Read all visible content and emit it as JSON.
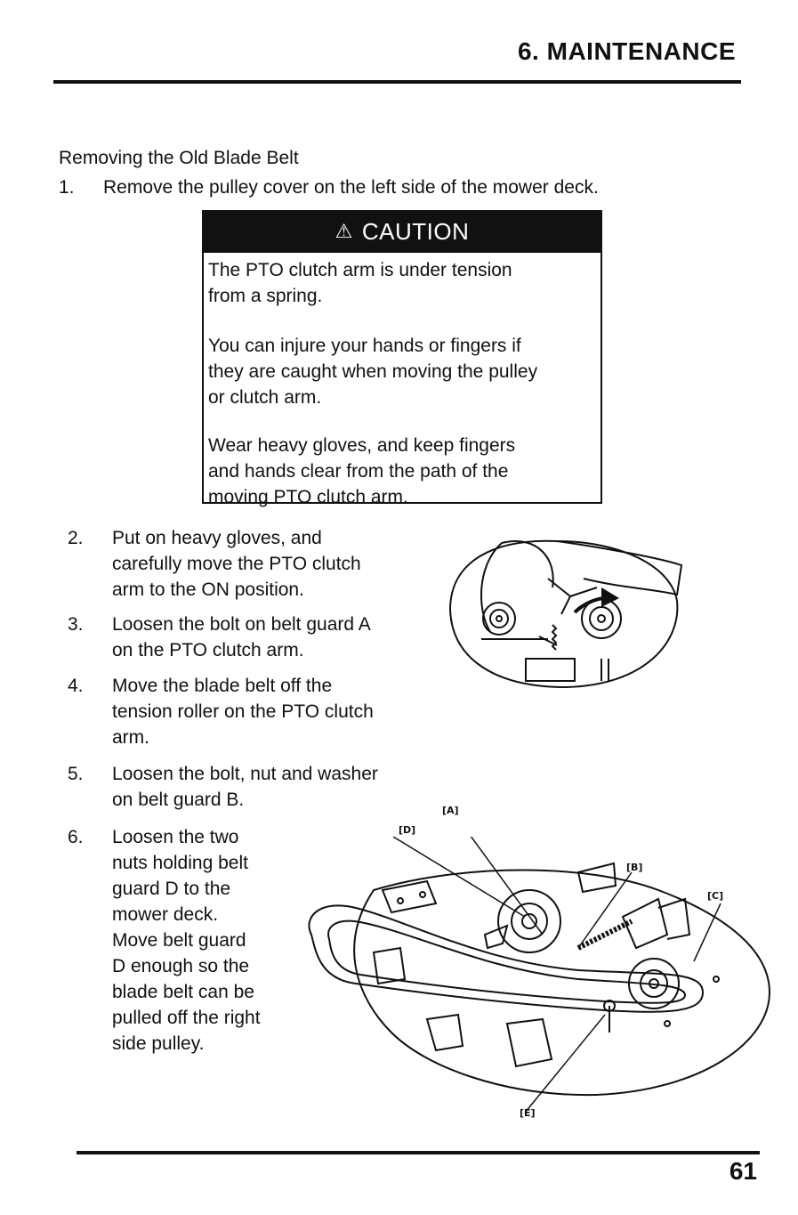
{
  "header": {
    "section": "6. MAINTENANCE"
  },
  "section_title": "Removing the Old Blade Belt",
  "step1": {
    "num": "1.",
    "text": "Remove the pulley cover on the left side of the mower deck."
  },
  "caution": {
    "title": "CAUTION",
    "p1": [
      "The PTO clutch arm is under tension",
      "from a spring."
    ],
    "p2": [
      "You can injure your hands or fingers if",
      "they are caught when moving the pulley",
      "or clutch arm."
    ],
    "p3": [
      "Wear heavy gloves, and keep fingers",
      "and hands clear from the path of the",
      "moving PTO clutch arm."
    ]
  },
  "steps": [
    {
      "num": "2.",
      "lines": [
        "Put on heavy gloves, and",
        "carefully move the PTO clutch",
        "arm to the ON position."
      ]
    },
    {
      "num": "3.",
      "lines": [
        "Loosen the bolt on belt guard A",
        "on the PTO clutch arm."
      ]
    },
    {
      "num": "4.",
      "lines": [
        "Move the blade belt off the",
        "tension roller on the PTO clutch",
        "arm."
      ]
    },
    {
      "num": "5.",
      "lines": [
        "Loosen the bolt, nut and washer",
        "on belt guard B."
      ]
    },
    {
      "num": "6.",
      "lines": [
        "Loosen the two",
        "nuts holding belt",
        "guard D to the",
        "mower deck.",
        "Move belt guard",
        "D enough so the",
        "blade belt can be",
        "pulled off the right",
        "side pulley."
      ]
    }
  ],
  "callouts": {
    "a": "[A]",
    "b": "[B]",
    "c": "[C]",
    "d": "[D]",
    "e": "[E]"
  },
  "page_number": "61"
}
